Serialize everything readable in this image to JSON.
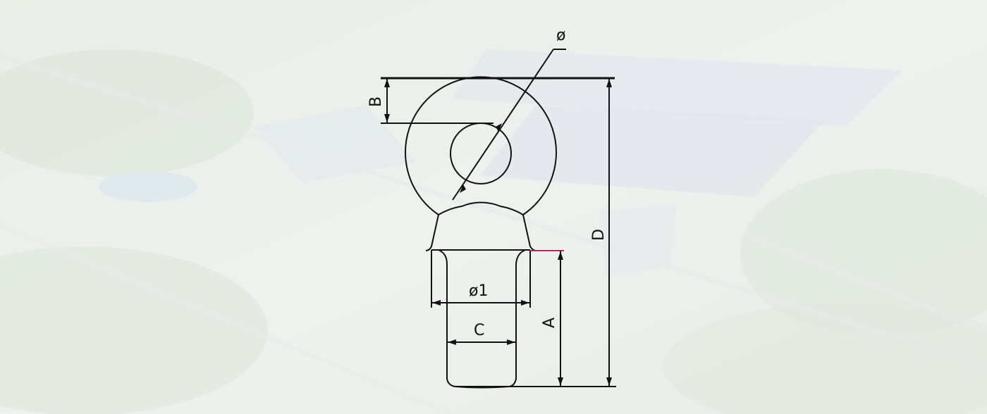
{
  "background": {
    "description_icon": "aerial-factory-photo",
    "tint": "#eef1ec"
  },
  "drawing": {
    "line_color": "#111111",
    "labels": {
      "hole_diameter": "ø",
      "wire_diameter": "ø1",
      "barrel": "C",
      "barrel_length": "A",
      "ring_width": "B",
      "total_length": "D"
    }
  }
}
